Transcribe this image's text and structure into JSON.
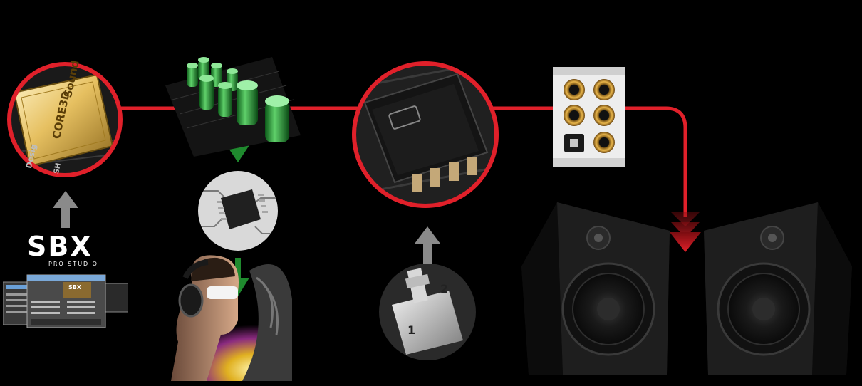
{
  "sbx": {
    "wordmark": "SBX",
    "subtitle": "PRO STUDIO",
    "screenshot_badge": "SBX"
  },
  "chip": {
    "brand_top": "Sound",
    "brand_bottom": "CORE3D",
    "board_text_1": "Desig",
    "board_text_2": "SH"
  },
  "switch": {
    "pos_1": "1",
    "pos_2": "2"
  },
  "colors": {
    "connector_red": "#e0202a",
    "flow_green": "#1f8a2e",
    "input_gray": "#8a8a8a",
    "background": "#000000",
    "gold_jack": "#c9932f"
  }
}
